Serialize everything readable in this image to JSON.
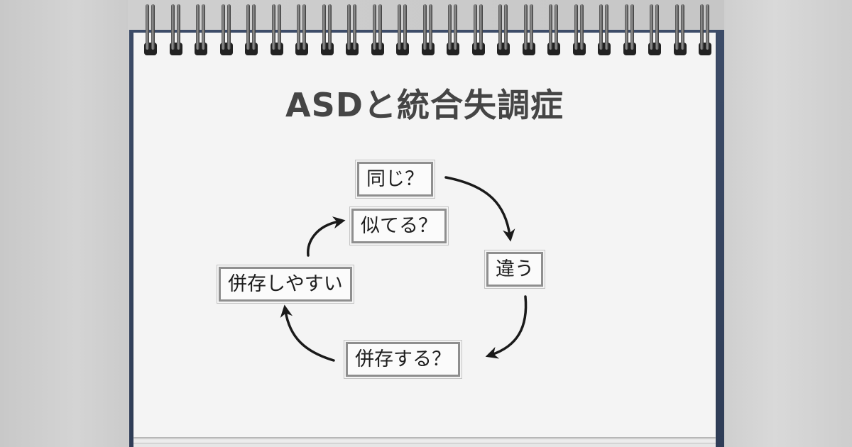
{
  "title": "ASDと統合失調症",
  "nodes": {
    "same": "同じ？",
    "similar": "似てる？",
    "different": "違う",
    "coexist_q": "併存する？",
    "coexist_easy": "併存しやすい"
  },
  "colors": {
    "background": "#cfcfcf",
    "cover": "#34435e",
    "paper": "#f4f4f4",
    "title": "#454545",
    "box_border": "#8f8f8f",
    "arrow": "#1a1a1a"
  }
}
